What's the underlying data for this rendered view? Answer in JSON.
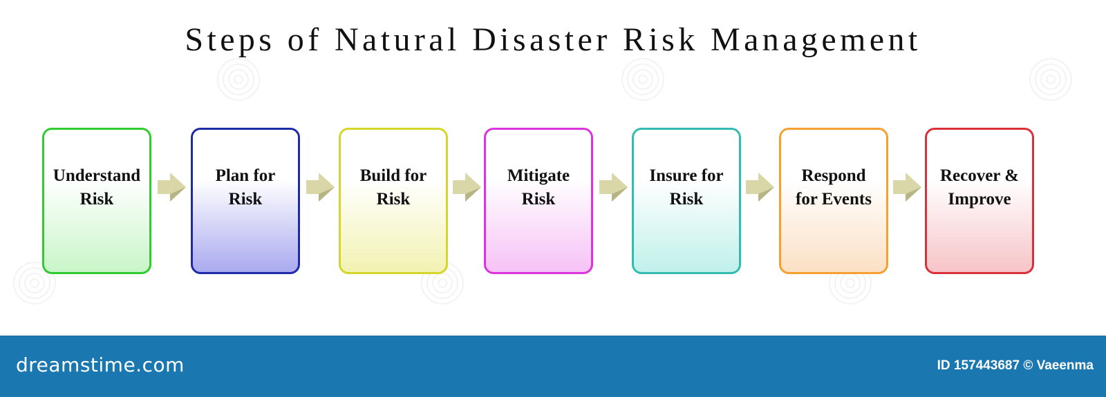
{
  "title": "Steps of Natural Disaster Risk Management",
  "steps": [
    {
      "line1": "Understand",
      "line2": "Risk",
      "border": "#2ecc2e",
      "fill": "#c8f5c8"
    },
    {
      "line1": "Plan for",
      "line2": "Risk",
      "border": "#1f2aa8",
      "fill": "#aaaaf0"
    },
    {
      "line1": "Build for",
      "line2": "Risk",
      "border": "#d6d62a",
      "fill": "#f2f2b2"
    },
    {
      "line1": "Mitigate",
      "line2": "Risk",
      "border": "#dd33dd",
      "fill": "#f6c2f6"
    },
    {
      "line1": "Insure for",
      "line2": "Risk",
      "border": "#33bbb0",
      "fill": "#c0f0ea"
    },
    {
      "line1": "Respond",
      "line2": "for Events",
      "border": "#f5a030",
      "fill": "#fbe0c4"
    },
    {
      "line1": "Recover &",
      "line2": "Improve",
      "border": "#d9303a",
      "fill": "#f6c4c8"
    }
  ],
  "colors": {
    "arrow": "#d9d7a8",
    "arrow_shade": "#b7b584",
    "footer": "#1a77b0"
  },
  "footer": {
    "logo": "dreamstime.com",
    "credit": "ID 157443687 © Vaeenma"
  }
}
